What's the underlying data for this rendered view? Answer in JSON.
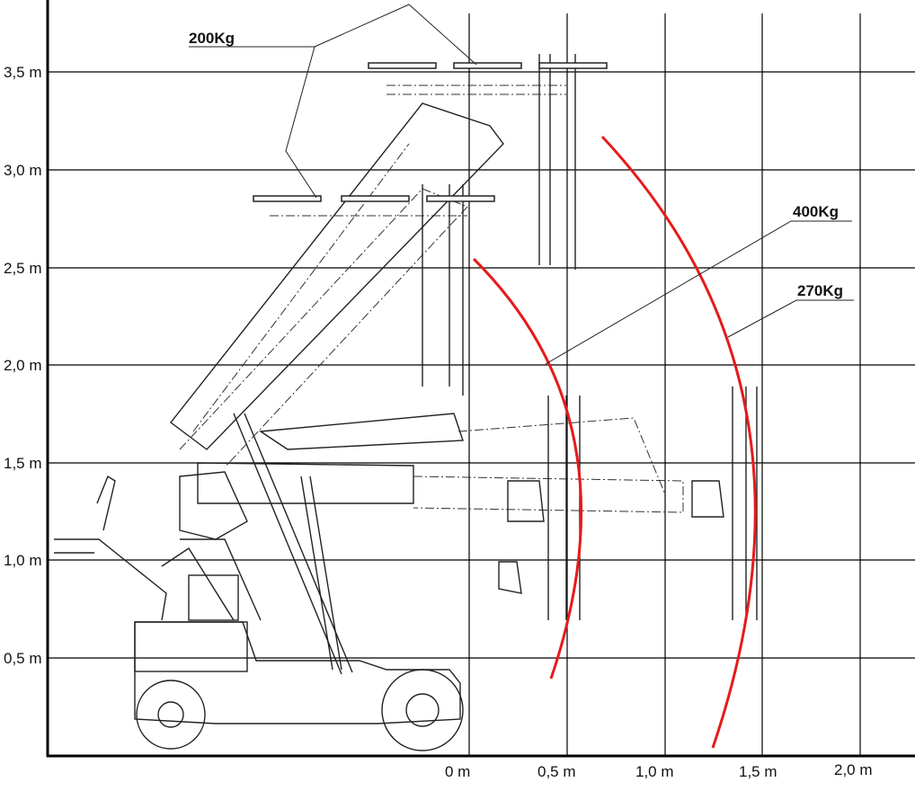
{
  "y_axis": {
    "ticks": [
      "3,5 m",
      "3,0 m",
      "2,5 m",
      "2,0 m",
      "1,5 m",
      "1,0 m",
      "0,5 m"
    ]
  },
  "x_axis": {
    "ticks": [
      "0 m",
      "0,5 m",
      "1,0 m",
      "1,5 m",
      "2,0 m"
    ]
  },
  "loads": {
    "load_200": "200Kg",
    "load_400": "400Kg",
    "load_270": "270Kg"
  },
  "colors": {
    "capacity_curve": "#e51b1b"
  }
}
